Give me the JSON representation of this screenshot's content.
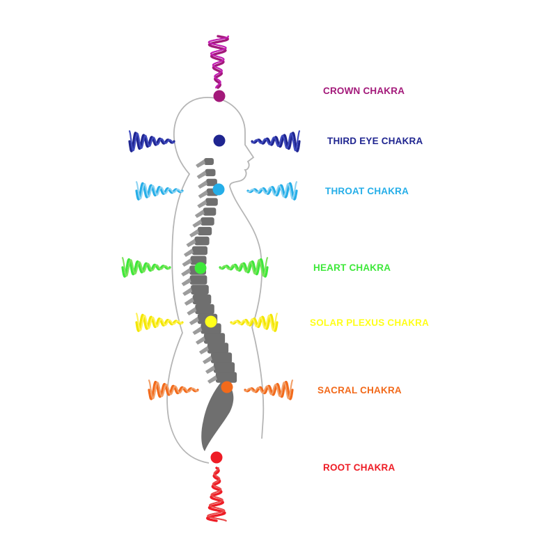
{
  "chakras": [
    {
      "key": "crown",
      "label": "CROWN CHAKRA",
      "color": "#a3197a"
    },
    {
      "key": "third-eye",
      "label": "THIRD EYE CHAKRA",
      "color": "#1f2590"
    },
    {
      "key": "throat",
      "label": "THROAT CHAKRA",
      "color": "#25aee8"
    },
    {
      "key": "heart",
      "label": "HEART CHAKRA",
      "color": "#3ee83a"
    },
    {
      "key": "solar-plexus",
      "label": "SOLAR PLEXUS CHAKRA",
      "color": "#ffff1a"
    },
    {
      "key": "sacral",
      "label": "SACRAL CHAKRA",
      "color": "#f26a1b"
    },
    {
      "key": "root",
      "label": "ROOT CHAKRA",
      "color": "#ee1c25"
    }
  ],
  "colors": {
    "outline": "#b5b5b5",
    "spine": "#6f6f6f",
    "spine_light": "#9c9c9c",
    "crown_wave": "#c21fb3",
    "throat_wave": "#8fd4f2",
    "heart_wave": "#7fe25f",
    "solar_wave": "#fff25a",
    "sacral_wave": "#f2a06a",
    "root_wave": "#ea4a4a"
  }
}
